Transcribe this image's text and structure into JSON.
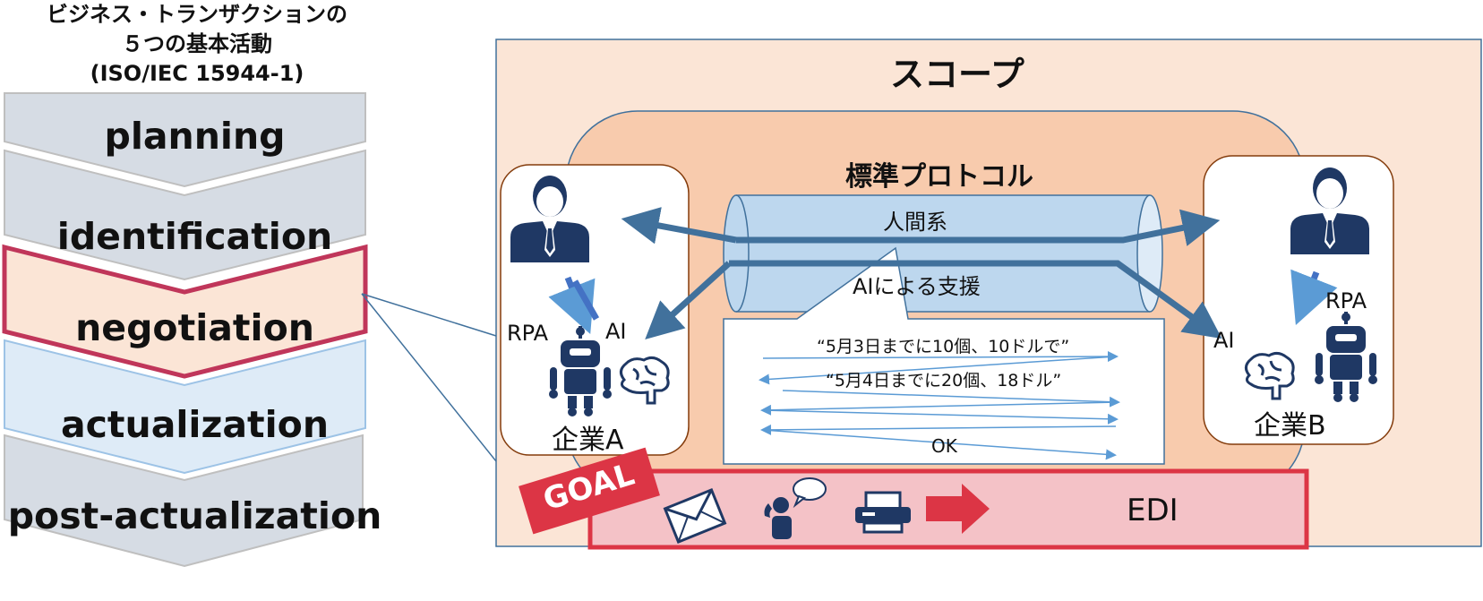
{
  "title": {
    "line1": "ビジネス・トランザクションの",
    "line2": "５つの基本活動",
    "line3": "(ISO/IEC 15944-1)"
  },
  "steps": [
    {
      "label": "planning",
      "fill": "#d6dce4",
      "border": "#bfbfbf"
    },
    {
      "label": "identification",
      "fill": "#d6dce4",
      "border": "#bfbfbf"
    },
    {
      "label": "negotiation",
      "fill": "#fbe5d6",
      "border": "#c0365a"
    },
    {
      "label": "actualization",
      "fill": "#deebf7",
      "border": "#9dc3e6"
    },
    {
      "label": "post-actualization",
      "fill": "#d6dce4",
      "border": "#bfbfbf"
    }
  ],
  "scope": {
    "title": "スコープ"
  },
  "protocol": {
    "title": "標準プロトコル",
    "human": "人間系",
    "ai_support": "AIによる支援"
  },
  "company_a": {
    "name": "企業A",
    "rpa": "RPA",
    "ai": "AI"
  },
  "company_b": {
    "name": "企業B",
    "rpa": "RPA",
    "ai": "AI"
  },
  "messages": {
    "msg1": "“5月3日までに10個、10ドルで”",
    "msg2": "“5月4日までに20個、18ドル”",
    "ok": "OK"
  },
  "goal": {
    "badge": "GOAL",
    "edi": "EDI"
  },
  "icons": [
    "person-icon",
    "robot-icon",
    "brain-icon",
    "envelope-icon",
    "phone-person-icon",
    "fax-icon",
    "arrow-right-icon",
    "swap-arrows-icon"
  ],
  "colors": {
    "scope_bg": "#fbe5d6",
    "protocol_bg": "#f8cbad",
    "pipe": "#bdd7ee",
    "arrow": "#41719c",
    "navy": "#1f3864",
    "goal_red": "#dc3545",
    "goal_bg": "#f4c2c7"
  }
}
